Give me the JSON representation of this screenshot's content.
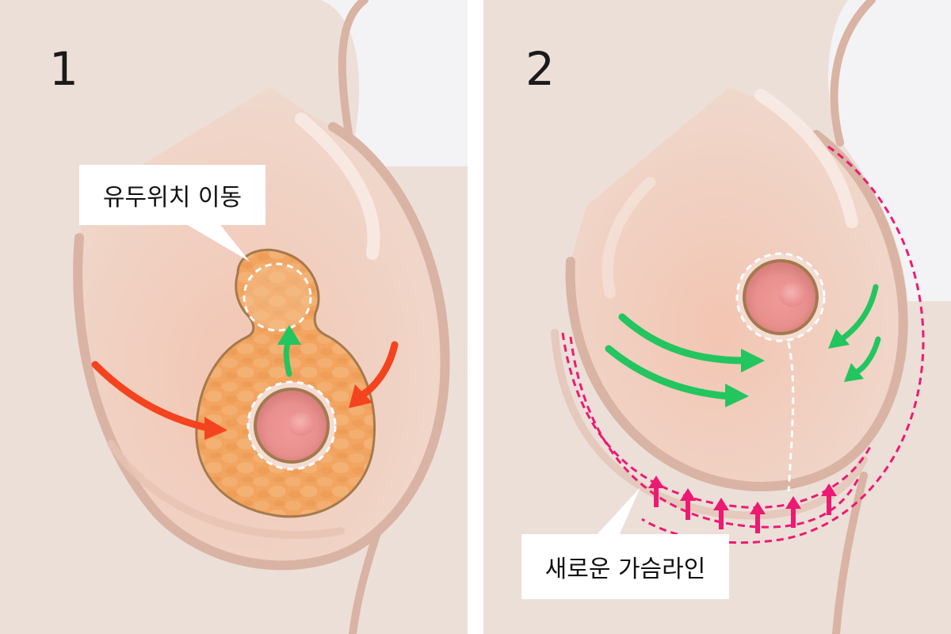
{
  "panels": [
    {
      "number": "1",
      "label": "유두위치 이동"
    },
    {
      "number": "2",
      "label": "새로운 가슴라인"
    }
  ],
  "colors": {
    "background": "#ecdfd8",
    "skin": "#efd7cb",
    "outline": "#d9b3a3",
    "areola": "#e98e8f",
    "tissue": "#f0a463",
    "red_arrow": "#f4431f",
    "green_arrow": "#22c55e",
    "pink_dash": "#ec1a72"
  }
}
